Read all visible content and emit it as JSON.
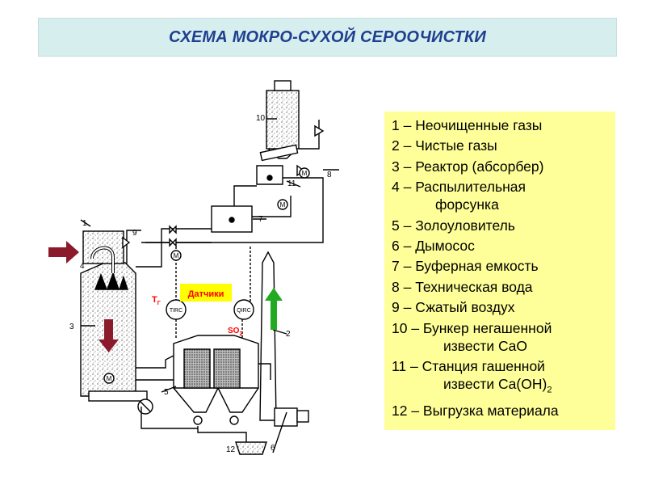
{
  "title": "СХЕМА МОКРО-СУХОЙ СЕРООЧИСТКИ",
  "colors": {
    "title_bg": "#d6eeee",
    "title_text": "#1f3f8f",
    "legend_bg": "#ffff99",
    "sensor_box": "#ffff00",
    "flow_in_arrow": "#8b1a2b",
    "flow_up_arrow": "#22aa22",
    "sensor_text": "#ff0000"
  },
  "diagram": {
    "labels": {
      "n1": "1",
      "n2": "2",
      "n3": "3",
      "n4": "4",
      "n5": "5",
      "n6": "6",
      "n7": "7",
      "n8": "8",
      "n9": "9",
      "n10": "10",
      "n11": "11",
      "n12": "12"
    },
    "sensor_box_label": "Датчики",
    "tirc": "TIRC",
    "qirc": "QIRC",
    "tg_main": "T",
    "tg_sub": "Г",
    "so2_main": "SO",
    "so2_sub": "2",
    "motor": "M",
    "arrows": [
      "inlet-arrow",
      "downflow-arrow",
      "upflow-arrow"
    ]
  },
  "legend": [
    {
      "num_text": "1 – Неочищенные газы"
    },
    {
      "num_text": "2 – Чистые газы"
    },
    {
      "num_text": "3 – Реактор (абсорбер)"
    },
    {
      "num_text": "4 – Распылительная",
      "cont": "форсунка"
    },
    {
      "num_text": "5 – Золоуловитель"
    },
    {
      "num_text": "6 – Дымосос"
    },
    {
      "num_text": "7 – Буферная емкость"
    },
    {
      "num_text": "8 – Техническая вода"
    },
    {
      "num_text": "9 – Сжатый воздух"
    },
    {
      "num_text": "10 – Бункер негашенной",
      "cont": "извести CaO"
    },
    {
      "num_text": "11 – Станция гашенной",
      "cont": "извести Ca(OH)",
      "cont_sub": "2"
    },
    {
      "num_text": "12 – Выгрузка материала"
    }
  ]
}
